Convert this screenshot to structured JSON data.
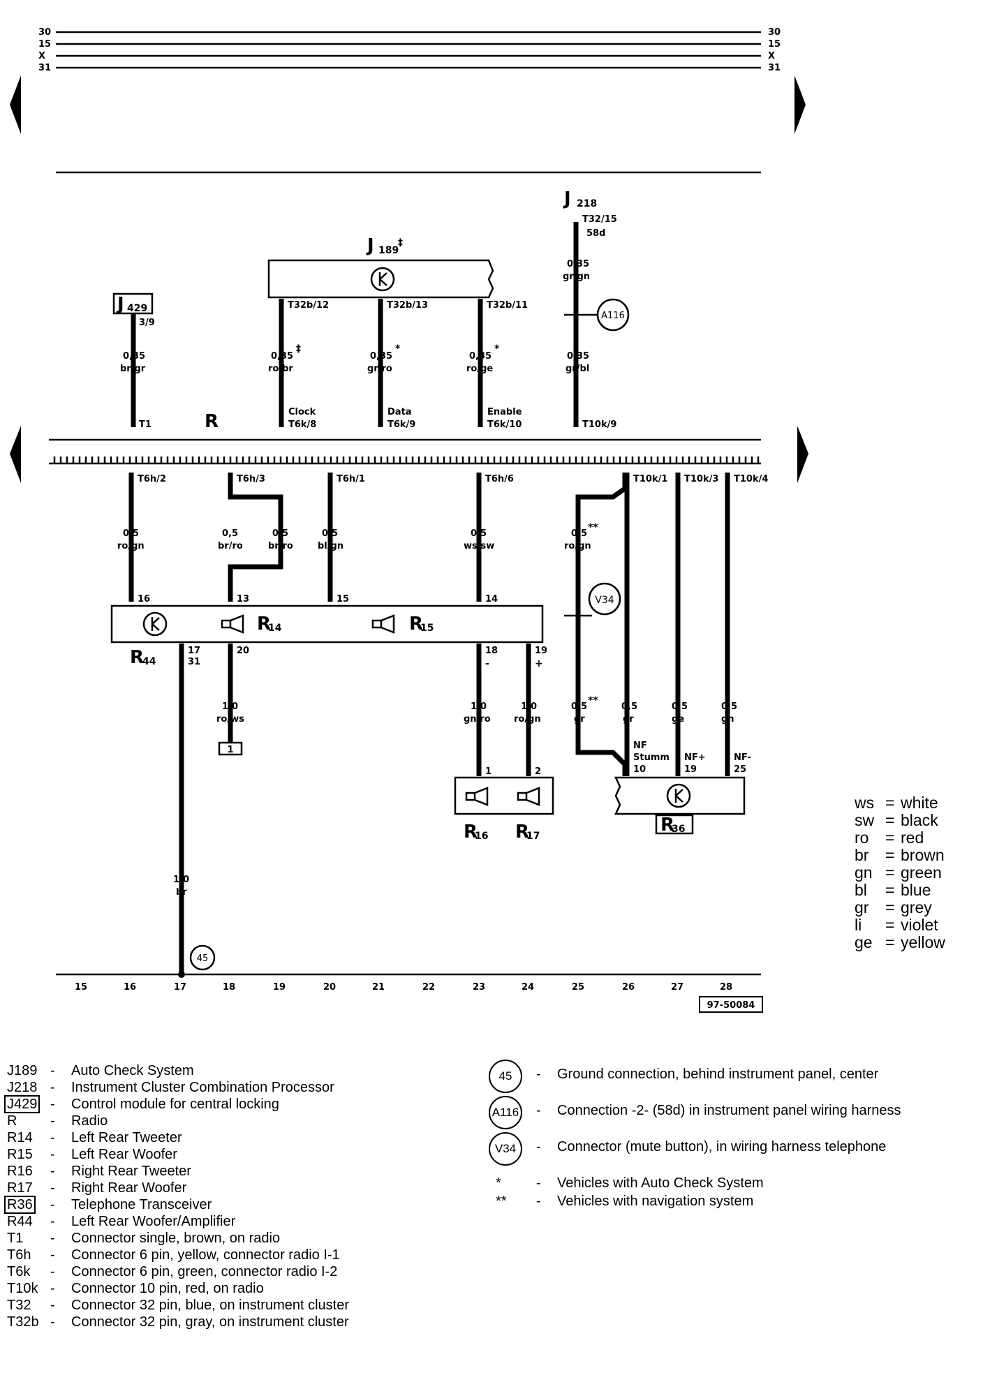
{
  "bus_lines": [
    "30",
    "15",
    "X",
    "31"
  ],
  "components": {
    "j218": {
      "code": "J",
      "sub": "218"
    },
    "j189": {
      "code": "J",
      "sub": "189",
      "mark": "‡"
    },
    "j429": {
      "code": "J",
      "sub": "429"
    },
    "radio": "R",
    "r14": {
      "code": "R",
      "sub": "14"
    },
    "r15": {
      "code": "R",
      "sub": "15"
    },
    "r44": {
      "code": "R",
      "sub": "44"
    },
    "r16": {
      "code": "R",
      "sub": "16"
    },
    "r17": {
      "code": "R",
      "sub": "17"
    },
    "r36": {
      "code": "R",
      "sub": "36"
    }
  },
  "upper_wires": {
    "j429": {
      "pin_top": "3/9",
      "size": "0,35",
      "color": "br/gr",
      "pin_bottom": "T1"
    },
    "clock": {
      "pin_top": "T32b/12",
      "size": "0,35",
      "mark": "‡",
      "color": "ro/br",
      "func": "Clock",
      "pin_bottom": "T6k/8"
    },
    "data": {
      "pin_top": "T32b/13",
      "size": "0,35",
      "mark": "*",
      "color": "gr/ro",
      "func": "Data",
      "pin_bottom": "T6k/9"
    },
    "enable": {
      "pin_top": "T32b/11",
      "size": "0,35",
      "mark": "*",
      "color": "ro/ge",
      "func": "Enable",
      "pin_bottom": "T6k/10"
    },
    "j218": {
      "pin_top": "T32/15",
      "pin_top2": "58d",
      "size_a": "0,35",
      "color_a": "gr/gn",
      "connector": "A116",
      "size_b": "0,35",
      "color_b": "gr/bl",
      "pin_bottom": "T10k/9"
    }
  },
  "lower_wires": {
    "w1": {
      "pin_top": "T6h/2",
      "size": "0,5",
      "color": "ro/gn",
      "pin_bottom": "16"
    },
    "w2": {
      "pin_top": "T6h/3",
      "size_a": "0,5",
      "color_a": "br/ro",
      "size_b": "0,5",
      "color_b": "br/ro",
      "pin_bottom": "13"
    },
    "w3": {
      "pin_top": "T6h/1",
      "size": "0,5",
      "color": "bl/gn",
      "pin_bottom": "15"
    },
    "w4": {
      "pin_top": "T6h/6",
      "size": "0,5",
      "color": "ws/sw",
      "pin_bottom": "14"
    },
    "w5": {
      "size": "0,5",
      "mark": "**",
      "color": "ro/gn",
      "connector": "V34",
      "size_b": "0,5",
      "mark_b": "**",
      "color_b": "gr"
    },
    "w6": {
      "pin_top": "T10k/1",
      "size": "0,5",
      "color": "gr",
      "func": "NF",
      "func2": "Stumm",
      "pin_bottom": "10"
    },
    "w7": {
      "pin_top": "T10k/3",
      "size": "0,5",
      "color": "ge",
      "func": "NF+",
      "pin_bottom": "19"
    },
    "w8": {
      "pin_top": "T10k/4",
      "size": "0,5",
      "color": "gn",
      "func": "NF-",
      "pin_bottom": "25"
    },
    "r44_gnd": {
      "pin_top": "17",
      "pin_top2": "31",
      "size": "1,0",
      "color": "br",
      "ground": "45"
    },
    "r44_20": {
      "pin_top": "20",
      "size": "1,0",
      "color": "ro/ws",
      "term": "1"
    },
    "r16": {
      "pin_top": "18",
      "sign": "-",
      "size": "1,0",
      "color": "gn/ro",
      "pin_bottom": "1"
    },
    "r17": {
      "pin_top": "19",
      "sign": "+",
      "size": "1,0",
      "color": "ro/gn",
      "pin_bottom": "2"
    }
  },
  "grid_numbers": [
    "15",
    "16",
    "17",
    "18",
    "19",
    "20",
    "21",
    "22",
    "23",
    "24",
    "25",
    "26",
    "27",
    "28"
  ],
  "doc_id": "97-50084",
  "color_key": [
    {
      "ab": "ws",
      "name": "white"
    },
    {
      "ab": "sw",
      "name": "black"
    },
    {
      "ab": "ro",
      "name": "red"
    },
    {
      "ab": "br",
      "name": "brown"
    },
    {
      "ab": "gn",
      "name": "green"
    },
    {
      "ab": "bl",
      "name": "blue"
    },
    {
      "ab": "gr",
      "name": "grey"
    },
    {
      "ab": "li",
      "name": "violet"
    },
    {
      "ab": "ge",
      "name": "yellow"
    }
  ],
  "legend": [
    {
      "code": "J189",
      "desc": "Auto Check System"
    },
    {
      "code": "J218",
      "desc": "Instrument Cluster Combination Processor"
    },
    {
      "code": "J429",
      "desc": "Control module for central locking"
    },
    {
      "code": "R",
      "desc": "Radio"
    },
    {
      "code": "R14",
      "desc": "Left Rear Tweeter"
    },
    {
      "code": "R15",
      "desc": "Left Rear Woofer"
    },
    {
      "code": "R16",
      "desc": "Right Rear Tweeter"
    },
    {
      "code": "R17",
      "desc": "Right Rear Woofer"
    },
    {
      "code": "R36",
      "desc": "Telephone Transceiver"
    },
    {
      "code": "R44",
      "desc": "Left Rear Woofer/Amplifier"
    },
    {
      "code": "T1",
      "desc": "Connector single, brown, on radio"
    },
    {
      "code": "T6h",
      "desc": "Connector 6 pin, yellow, connector radio I-1"
    },
    {
      "code": "T6k",
      "desc": "Connector 6 pin, green, connector radio I-2"
    },
    {
      "code": "T10k",
      "desc": "Connector 10 pin, red, on radio"
    },
    {
      "code": "T32",
      "desc": "Connector 32 pin, blue, on instrument cluster"
    },
    {
      "code": "T32b",
      "desc": "Connector 32 pin, gray, on instrument cluster"
    }
  ],
  "right_legend": [
    {
      "sym": "45",
      "desc": "Ground connection, behind instrument panel, center"
    },
    {
      "sym": "A116",
      "desc": "Connection -2- (58d) in instrument panel wiring harness"
    },
    {
      "sym": "V34",
      "desc": "Connector (mute button), in wiring harness telephone"
    },
    {
      "star": "*",
      "desc": "Vehicles with Auto Check System"
    },
    {
      "star": "**",
      "desc": "Vehicles with navigation system"
    }
  ],
  "dash": "-",
  "eq": "="
}
